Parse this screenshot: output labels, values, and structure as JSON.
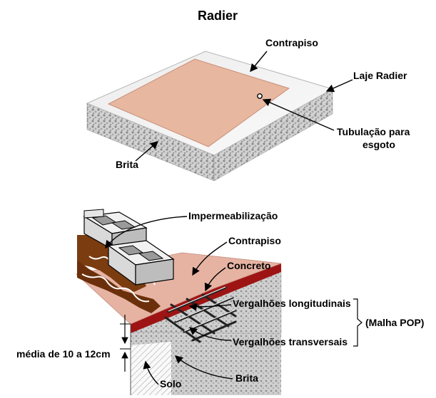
{
  "title": "Radier",
  "top_diagram": {
    "labels": {
      "contrapiso": "Contrapiso",
      "laje": "Laje Radier",
      "tubulacao_line1": "Tubulação para",
      "tubulacao_line2": "esgoto",
      "brita": "Brita"
    }
  },
  "bottom_diagram": {
    "labels": {
      "impermeabilizacao": "Impermeabilização",
      "contrapiso": "Contrapiso",
      "concreto": "Concreto",
      "vergalhoes_long": "Vergalhões longitudinais",
      "malha": "(Malha POP)",
      "vergalhoes_trans": "Vergalhões transversais",
      "media": "média de 10 a 12cm",
      "brita": "Brita",
      "solo": "Solo"
    }
  },
  "colors": {
    "contrapiso": "#e8b9a2",
    "slab_top": "#f2f2f2",
    "gravel": "#c8c8c8",
    "concrete": "#9c1212",
    "soil": "#7a3d12"
  }
}
